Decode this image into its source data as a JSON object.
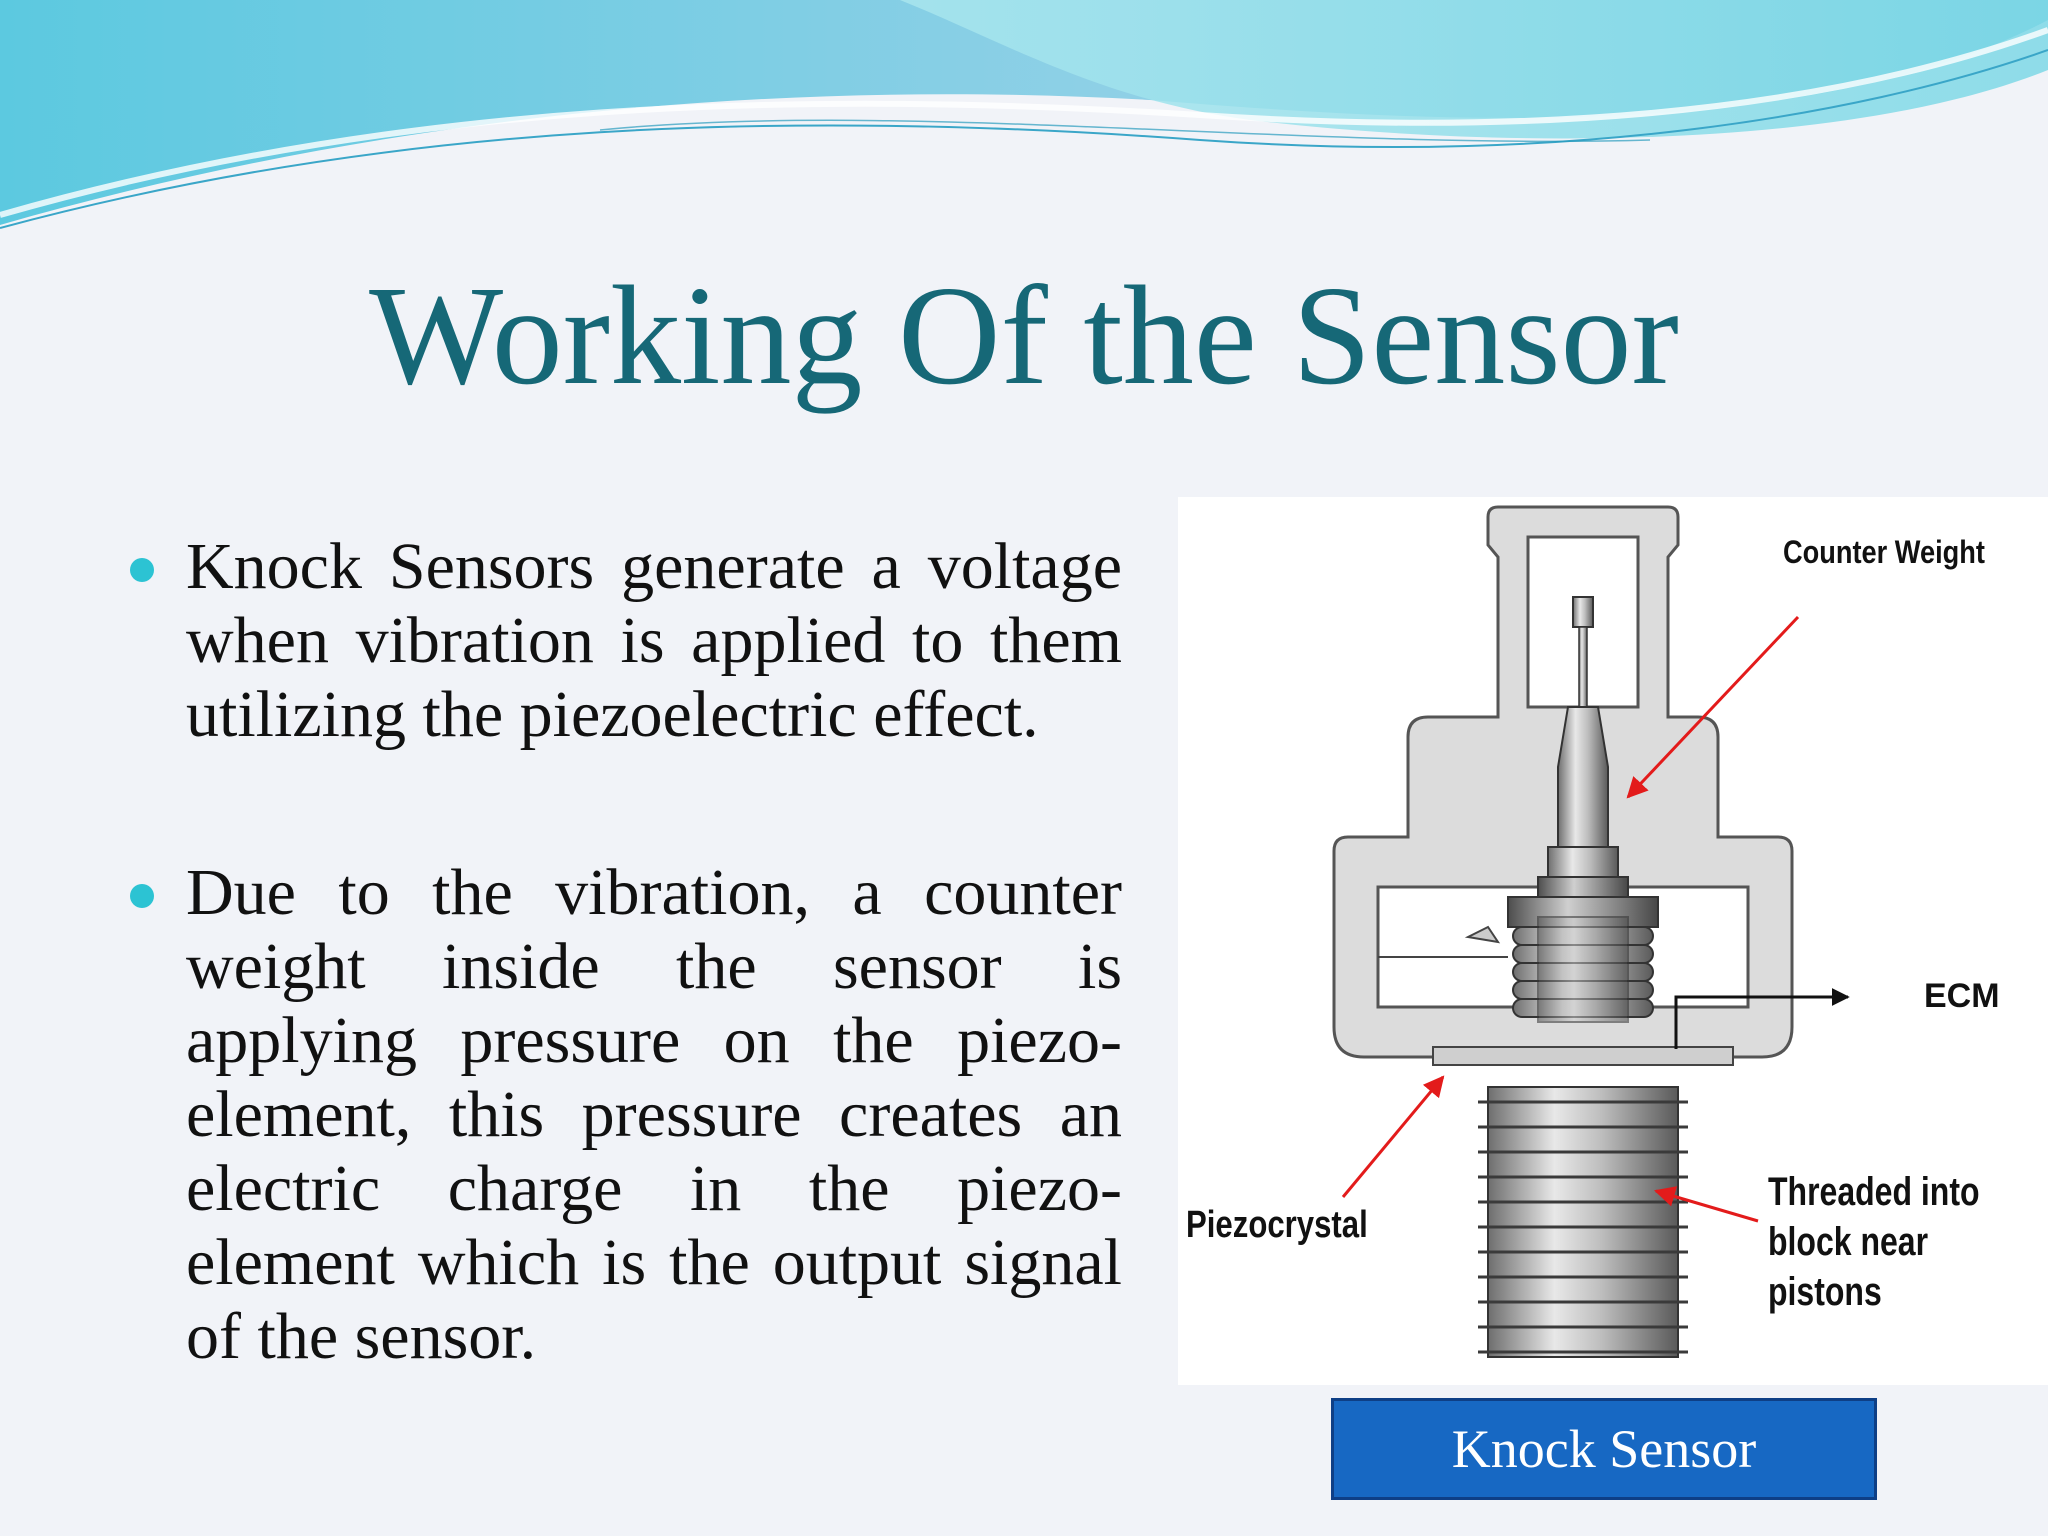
{
  "slide": {
    "title": "Working Of the Sensor",
    "bullets": [
      "Knock Sensors generate a voltage when vibration is applied to them utilizing the piezoelectric effect.",
      "Due to the vibration, a counter weight inside the sensor is applying pressure on the piezo-element, this pressure creates an electric charge in the piezo-element which is the output signal of the sensor."
    ],
    "caption": "Knock Sensor"
  },
  "diagram": {
    "labels": {
      "counter_weight": "Counter Weight",
      "ecm": "ECM",
      "piezocrystal": "Piezocrystal",
      "threaded_line1": "Threaded into",
      "threaded_line2": "block near",
      "threaded_line3": "pistons"
    }
  },
  "colors": {
    "title": "#166877",
    "bullet": "#2cc3d3",
    "caption_bg": "#1768c3",
    "arrow": "#e31b1b",
    "wave_light": "#8fe0ea",
    "wave_dark": "#5bb7d6"
  }
}
